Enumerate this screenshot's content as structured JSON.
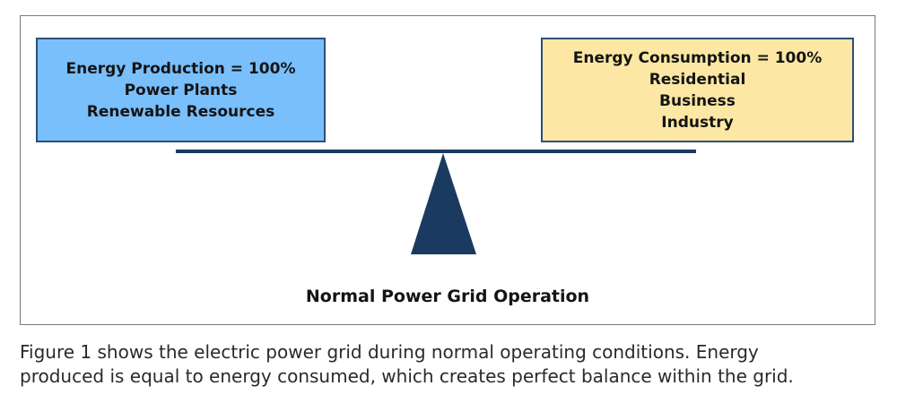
{
  "diagram": {
    "production_box": {
      "lines": [
        "Energy Production = 100%",
        "Power Plants",
        "Renewable Resources"
      ],
      "color": "#79bffc"
    },
    "consumption_box": {
      "lines": [
        "Energy Consumption = 100%",
        "Residential",
        "Business",
        "Industry"
      ],
      "color": "#fce8a4"
    },
    "scale_color": "#1b3a60",
    "title": "Normal Power Grid Operation"
  },
  "caption": {
    "lines": [
      "Figure 1 shows the electric power grid during normal operating conditions. Energy",
      "produced is equal to energy consumed, which creates perfect balance within the grid."
    ]
  }
}
